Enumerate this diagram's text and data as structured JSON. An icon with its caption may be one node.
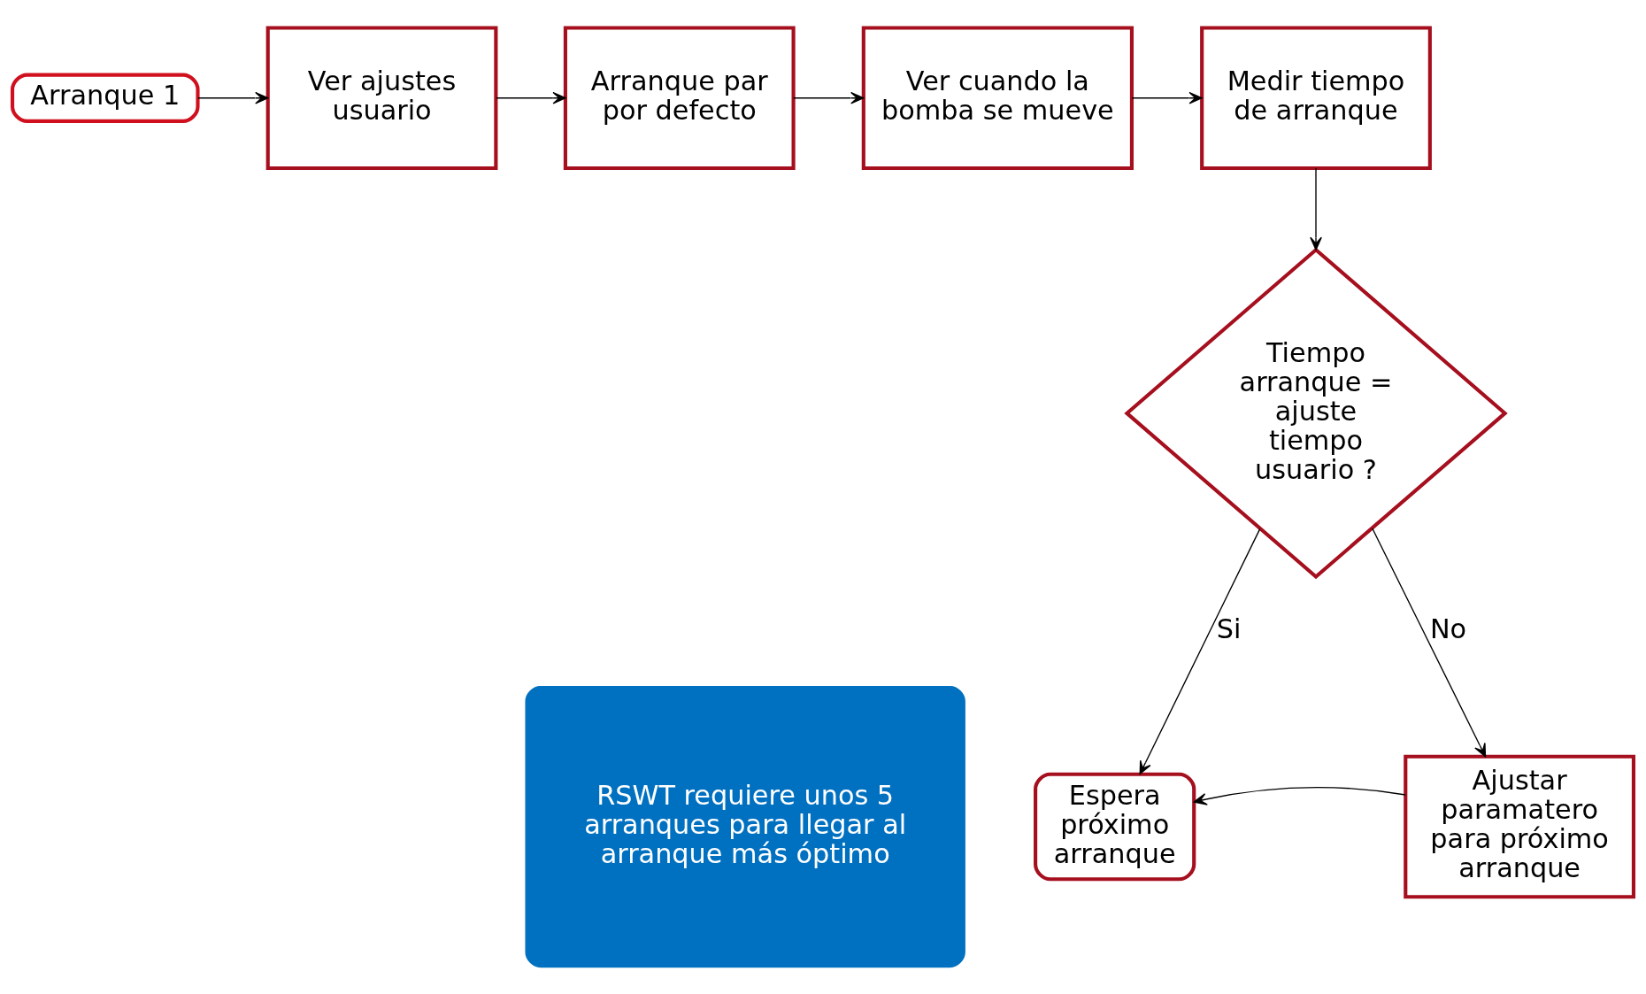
{
  "diagram": {
    "nodes": [
      {
        "text": [
          "Arranque 1"
        ]
      },
      {
        "text": [
          "Ver ajustes usuario"
        ]
      },
      {
        "text": [
          "Arranque par por defecto"
        ]
      },
      {
        "text": [
          "Ver cuando la bomba se mueve"
        ]
      },
      {
        "text": [
          "Medir tiempo de arranque"
        ]
      },
      {
        "text": [
          "Tiempo arranque = ajuste tiempo usuario ?"
        ]
      },
      {
        "text": [
          "Espera próximo arranque"
        ]
      },
      {
        "text": [
          "Ajustar paramatero para próximo arranque"
        ]
      },
      {
        "text": [
          "RSWT requiere unos 5 arranques para llegar al arranque más óptimo"
        ]
      }
    ],
    "edges": [
      {
        "from": 0,
        "to": 1,
        "arrow": "to"
      },
      {
        "from": 1,
        "to": 2,
        "arrow": "to"
      },
      {
        "from": 2,
        "to": 3,
        "arrow": "to"
      },
      {
        "from": 3,
        "to": 4,
        "arrow": "to"
      },
      {
        "from": 4,
        "to": 5,
        "arrow": "to"
      },
      {
        "from": 5,
        "to": 6,
        "label": "Si",
        "arrow": "to"
      },
      {
        "from": 5,
        "to": 7,
        "label": "No",
        "arrow": "to"
      },
      {
        "from": 7,
        "to": 6,
        "arrow": "to"
      }
    ]
  }
}
